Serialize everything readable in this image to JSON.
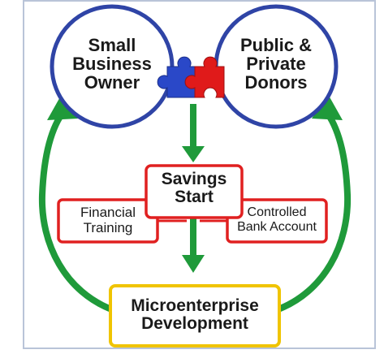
{
  "diagram": {
    "nodes": {
      "owner": {
        "lines": [
          "Small",
          "Business",
          "Owner"
        ]
      },
      "donors": {
        "lines": [
          "Public &",
          "Private",
          "Donors"
        ]
      },
      "savings": {
        "lines": [
          "Savings",
          "Start"
        ]
      },
      "training": {
        "lines": [
          "Financial",
          "Training"
        ]
      },
      "account": {
        "lines": [
          "Controlled",
          "Bank Account"
        ]
      },
      "micro": {
        "lines": [
          "Microenterprise",
          "Development"
        ]
      }
    },
    "colors": {
      "circle_border": "#2f44a6",
      "savings_border": "#e02020",
      "micro_border": "#f0c400",
      "arrow": "#1f9a3a",
      "puzzle_blue": "#2a48c8",
      "puzzle_red": "#e01a1a",
      "frame": "#b9c4d8"
    },
    "icons": [
      "puzzle-piece-blue-icon",
      "puzzle-piece-red-icon"
    ]
  }
}
